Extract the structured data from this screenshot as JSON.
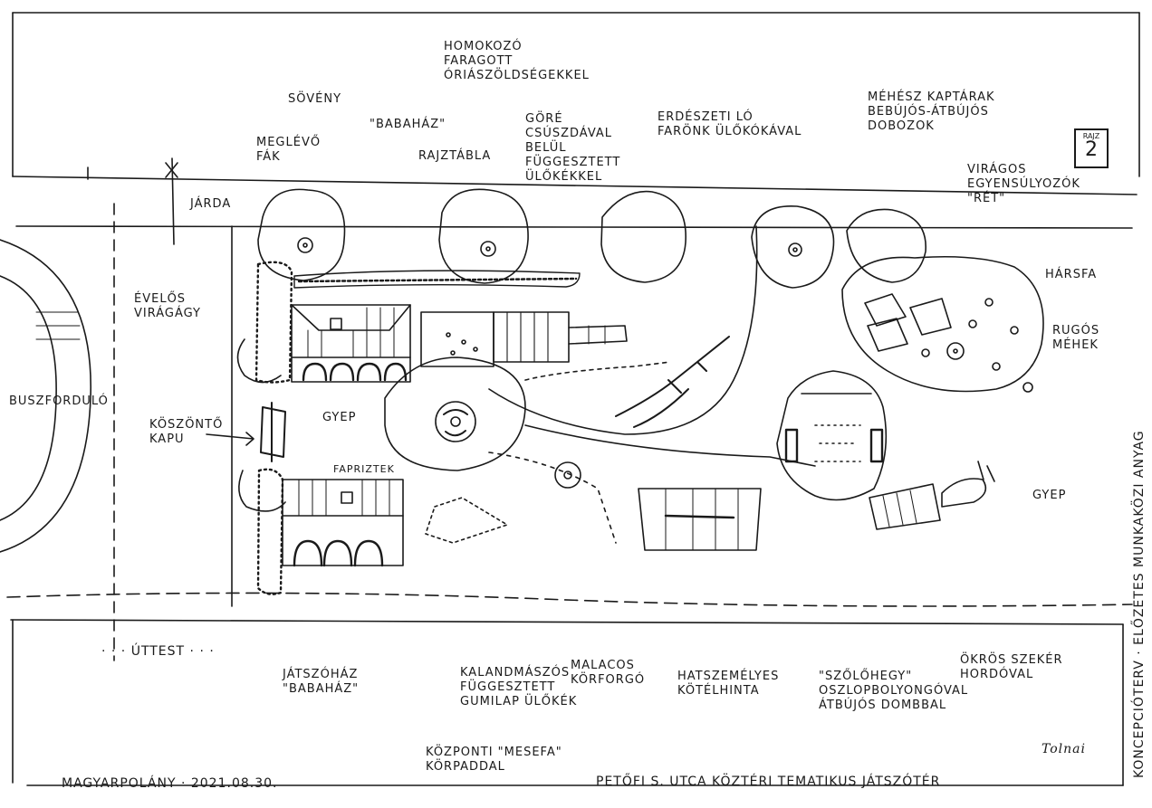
{
  "labels": {
    "homokozo": "HOMOKOZÓ\nFARAGOTT\nÓRIÁSZÖLDSÉGEKKEL",
    "soveny": "SÖVÉNY",
    "babahaz_top": "\"BABAHÁZ\"",
    "meglevo_fak": "MEGLÉVŐ\nFÁK",
    "rajztabla": "RAJZTÁBLA",
    "cso": "GÖRÉ\nCSÚSZDÁVAL\nBELÜL\nFÜGGESZTETT\nÜLŐKÉKKEL",
    "erdeszeti": "ERDÉSZETI LÓ\nFARÖNK ÜLŐKÓKÁVAL",
    "meheszt": "MÉHÉSZ KAPTÁRAK\nBEBÚJÓS-ÁTBÚJÓS\nDOBOZOK",
    "viragos": "VIRÁGOS\nEGYENSÚLYOZÓK\n\"RÉT\"",
    "jarda": "JÁRDA",
    "evelo": "ÉVELŐS\nVIRÁGÁGY",
    "harsfa": "HÁRSFA",
    "rugos": "RUGÓS\nMÉHEK",
    "buszfordulo": "BUSZFORDULÓ",
    "koszonto": "KÖSZÖNTŐ\nKAPU",
    "gyep1": "GYEP",
    "fapriztek": "FAPRIZTEK",
    "gyep2": "GYEP",
    "ujtest": "· · · ÚTTEST · · ·",
    "jatszohaz": "JÁTSZÓHÁZ\n\"BABAHÁZ\"",
    "kalandmaszos": "KALANDMÁSZÓS\nFÜGGESZTETT\nGUMILAP ÜLŐKÉK",
    "malacos": "MALACOS\nKÖRFORGÓ",
    "hatszemelyes": "HATSZEMÉLYES\nKÖTÉLHINTA",
    "szolohegy": "\"SZŐLŐHEGY\"\nOSZLOPBOLYONGÓVAL\nÁTBÚJÓS DOMBBAL",
    "okros": "ÖKRÖS SZEKÉR\nHORDÓVAL",
    "kozponti": "KÖZPONTI \"MESEFA\"\nKÖRPADDAL",
    "signature": "Tolnai",
    "footer_left": "MAGYARPOLÁNY · 2021.08.30.",
    "footer_right": "PETŐFI S. UTCA KÖZTÉRI TEMATIKUS JÁTSZÓTÉR",
    "side_vertical": "KONCEPCIÓTERV · ELŐZETES MUNKAKÖZI ANYAG"
  },
  "badge": {
    "title": "RAJZ",
    "number": "2"
  },
  "colors": {
    "ink": "#1a1a1a",
    "paper": "#ffffff"
  }
}
